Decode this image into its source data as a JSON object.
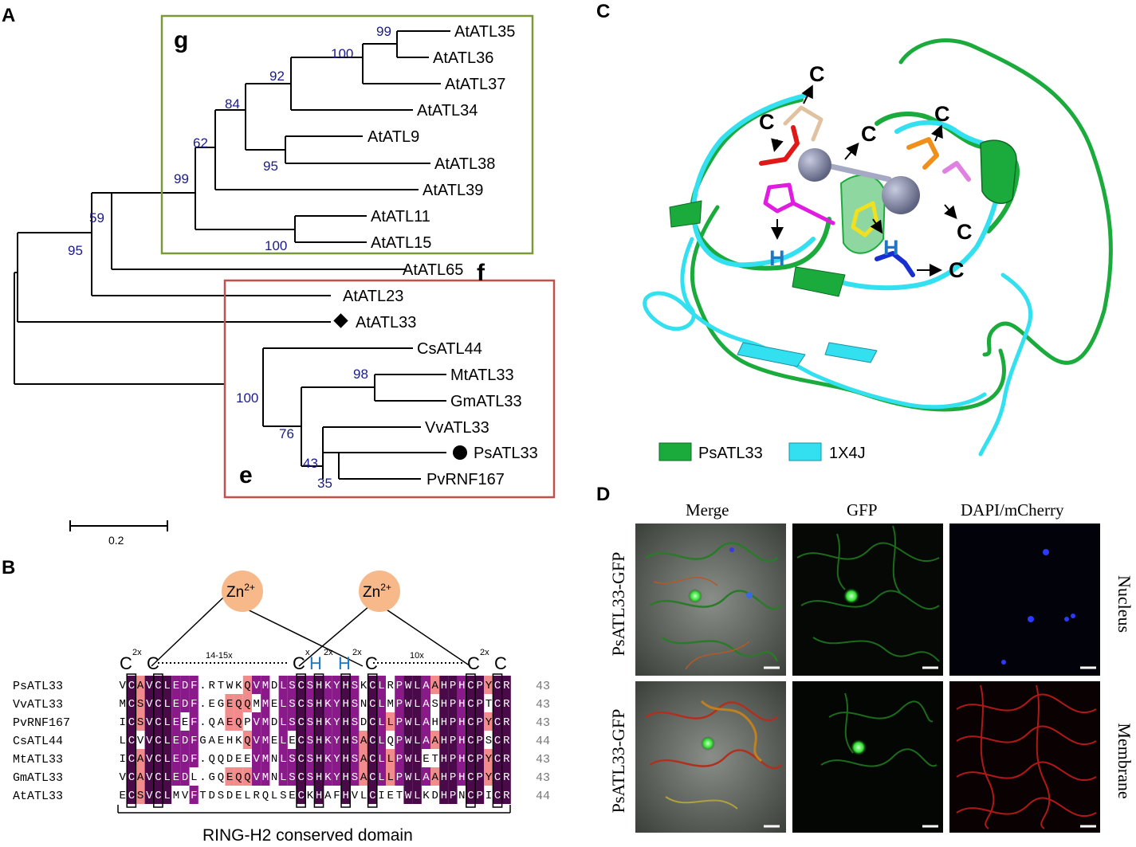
{
  "panels": {
    "a": "A",
    "b": "B",
    "c": "C",
    "d": "D"
  },
  "tree": {
    "groups": {
      "g": "g",
      "f": "f",
      "e": "e"
    },
    "scale_label": "0.2",
    "leaves": [
      "AtATL35",
      "AtATL36",
      "AtATL37",
      "AtATL34",
      "AtATL9",
      "AtATL38",
      "AtATL39",
      "AtATL11",
      "AtATL15",
      "AtATL65",
      "AtATL23",
      "AtATL33",
      "CsATL44",
      "MtATL33",
      "GmATL33",
      "VvATL33",
      "PsATL33",
      "PvRNF167"
    ],
    "bootstraps": [
      "99",
      "100",
      "92",
      "84",
      "62",
      "95",
      "99",
      "100",
      "59",
      "95",
      "98",
      "100",
      "76",
      "43",
      "35"
    ],
    "colors": {
      "group_g": "#7a9a3a",
      "group_e": "#c0504d",
      "bootstrap": "#1a1a8c"
    }
  },
  "alignment": {
    "zn1": "Zn",
    "zn2": "Zn",
    "zn_sup": "2+",
    "motif": {
      "c1": "C",
      "gap1": "2x",
      "c2": "C",
      "gap2": "14-15x",
      "c3": "C",
      "gap3": "x",
      "h1": "H",
      "gap4": "2x",
      "h2": "H",
      "gap5": "2x",
      "c4": "C",
      "gap6": "10x",
      "c5": "C",
      "gap7": "2x",
      "c6": "C"
    },
    "domain_label": "RING-H2 conserved domain",
    "sequences": [
      {
        "name": "PsATL33",
        "seq": "VCAVCLEDF.RTWKQVMDLSCSHKYHSKCLRPWLAAHPHCPYCR",
        "len": "43"
      },
      {
        "name": "VvATL33",
        "seq": "MCSVCLEDF.EGEQQMMELSCSHKYHSNCLMPWLASHPHCPTCR",
        "len": "43"
      },
      {
        "name": "PvRNF167",
        "seq": "ICSVCLEEF.QAEQPVMDLSCSHKYHSDCLLPWLAHHPHCPYCR",
        "len": "43"
      },
      {
        "name": "CsATL44",
        "seq": "LCVVCLEDFGAEHKQVMELECSHKYHSACLQPWLAAHPHCPSCR",
        "len": "44"
      },
      {
        "name": "MtATL33",
        "seq": "ICAVCLEDF.QQDEEVMNLSCSHKYHSACLLPWLETHPHCPYCR",
        "len": "43"
      },
      {
        "name": "GmATL33",
        "seq": "VCAVCLEDL.GQEQQVMNLSCSHKYHSACLLPWLAAHPHCPYCR",
        "len": "43"
      },
      {
        "name": "AtATL33",
        "seq": "ECSVCLMVFTDSDELRQLSECKHAFHVLCIETWLKDHPNCPICR",
        "len": "44"
      }
    ]
  },
  "structure": {
    "labels": {
      "c": "C",
      "h": "H"
    },
    "legend": [
      {
        "name": "PsATL33",
        "color": "#1aab3c"
      },
      {
        "name": "1X4J",
        "color": "#33e0f0"
      }
    ]
  },
  "microscopy": {
    "columns": [
      "Merge",
      "GFP",
      "DAPI/mCherry"
    ],
    "rows": [
      {
        "label": "PsATL33-GFP",
        "location": "Nucleus"
      },
      {
        "label": "PsATL33-GFP",
        "location": "Membrane"
      }
    ]
  }
}
